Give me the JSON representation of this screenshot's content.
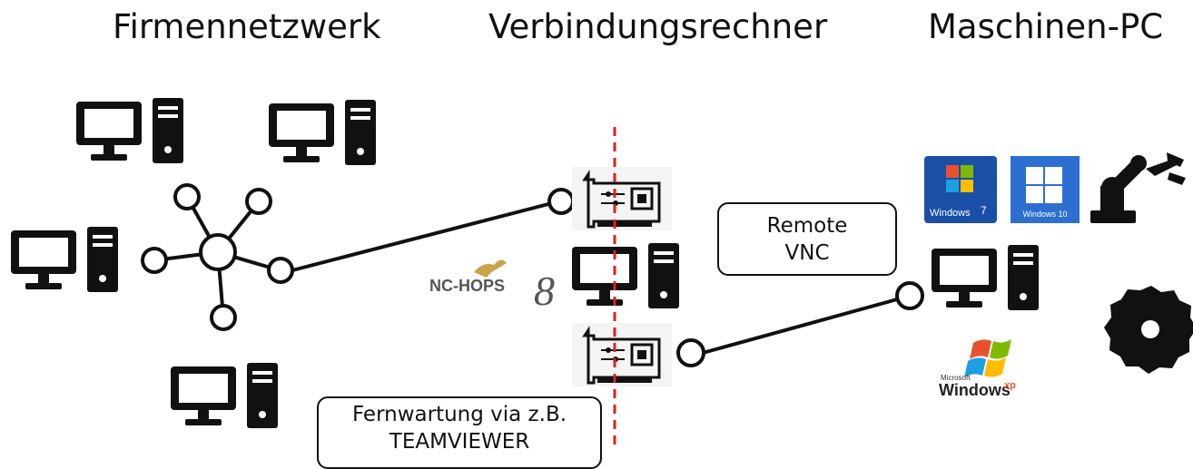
{
  "headings": {
    "company_network": "Firmennetzwerk",
    "connection_pc": "Verbindungsrechner",
    "machine_pc": "Maschinen-PC"
  },
  "remote_box": {
    "line1": "Remote",
    "line2": "VNC"
  },
  "teamviewer_box": {
    "line1": "Fernwartung via z.B.",
    "line2": "TEAMVIEWER"
  },
  "nc_hops_logo": {
    "text": "NC-HOPS",
    "version": "8"
  },
  "os_logos": {
    "win7_brand": "Windows",
    "win7_version": "7",
    "win10_label": "Windows 10",
    "winxp_small": "Microsoft",
    "winxp_brand": "Windows",
    "winxp_suffix": "xp"
  },
  "icons": [
    "desktop-computer-icon",
    "network-hub-icon",
    "network-card-icon",
    "robot-arm-icon",
    "saw-blade-icon",
    "windows-logo-icon"
  ],
  "colors": {
    "divider": "#e02020",
    "ink": "#111111",
    "win7_blue": "#1a4fa8",
    "win10_blue": "#2d6fd1",
    "nc_hops_gold": "#c8a54a"
  }
}
